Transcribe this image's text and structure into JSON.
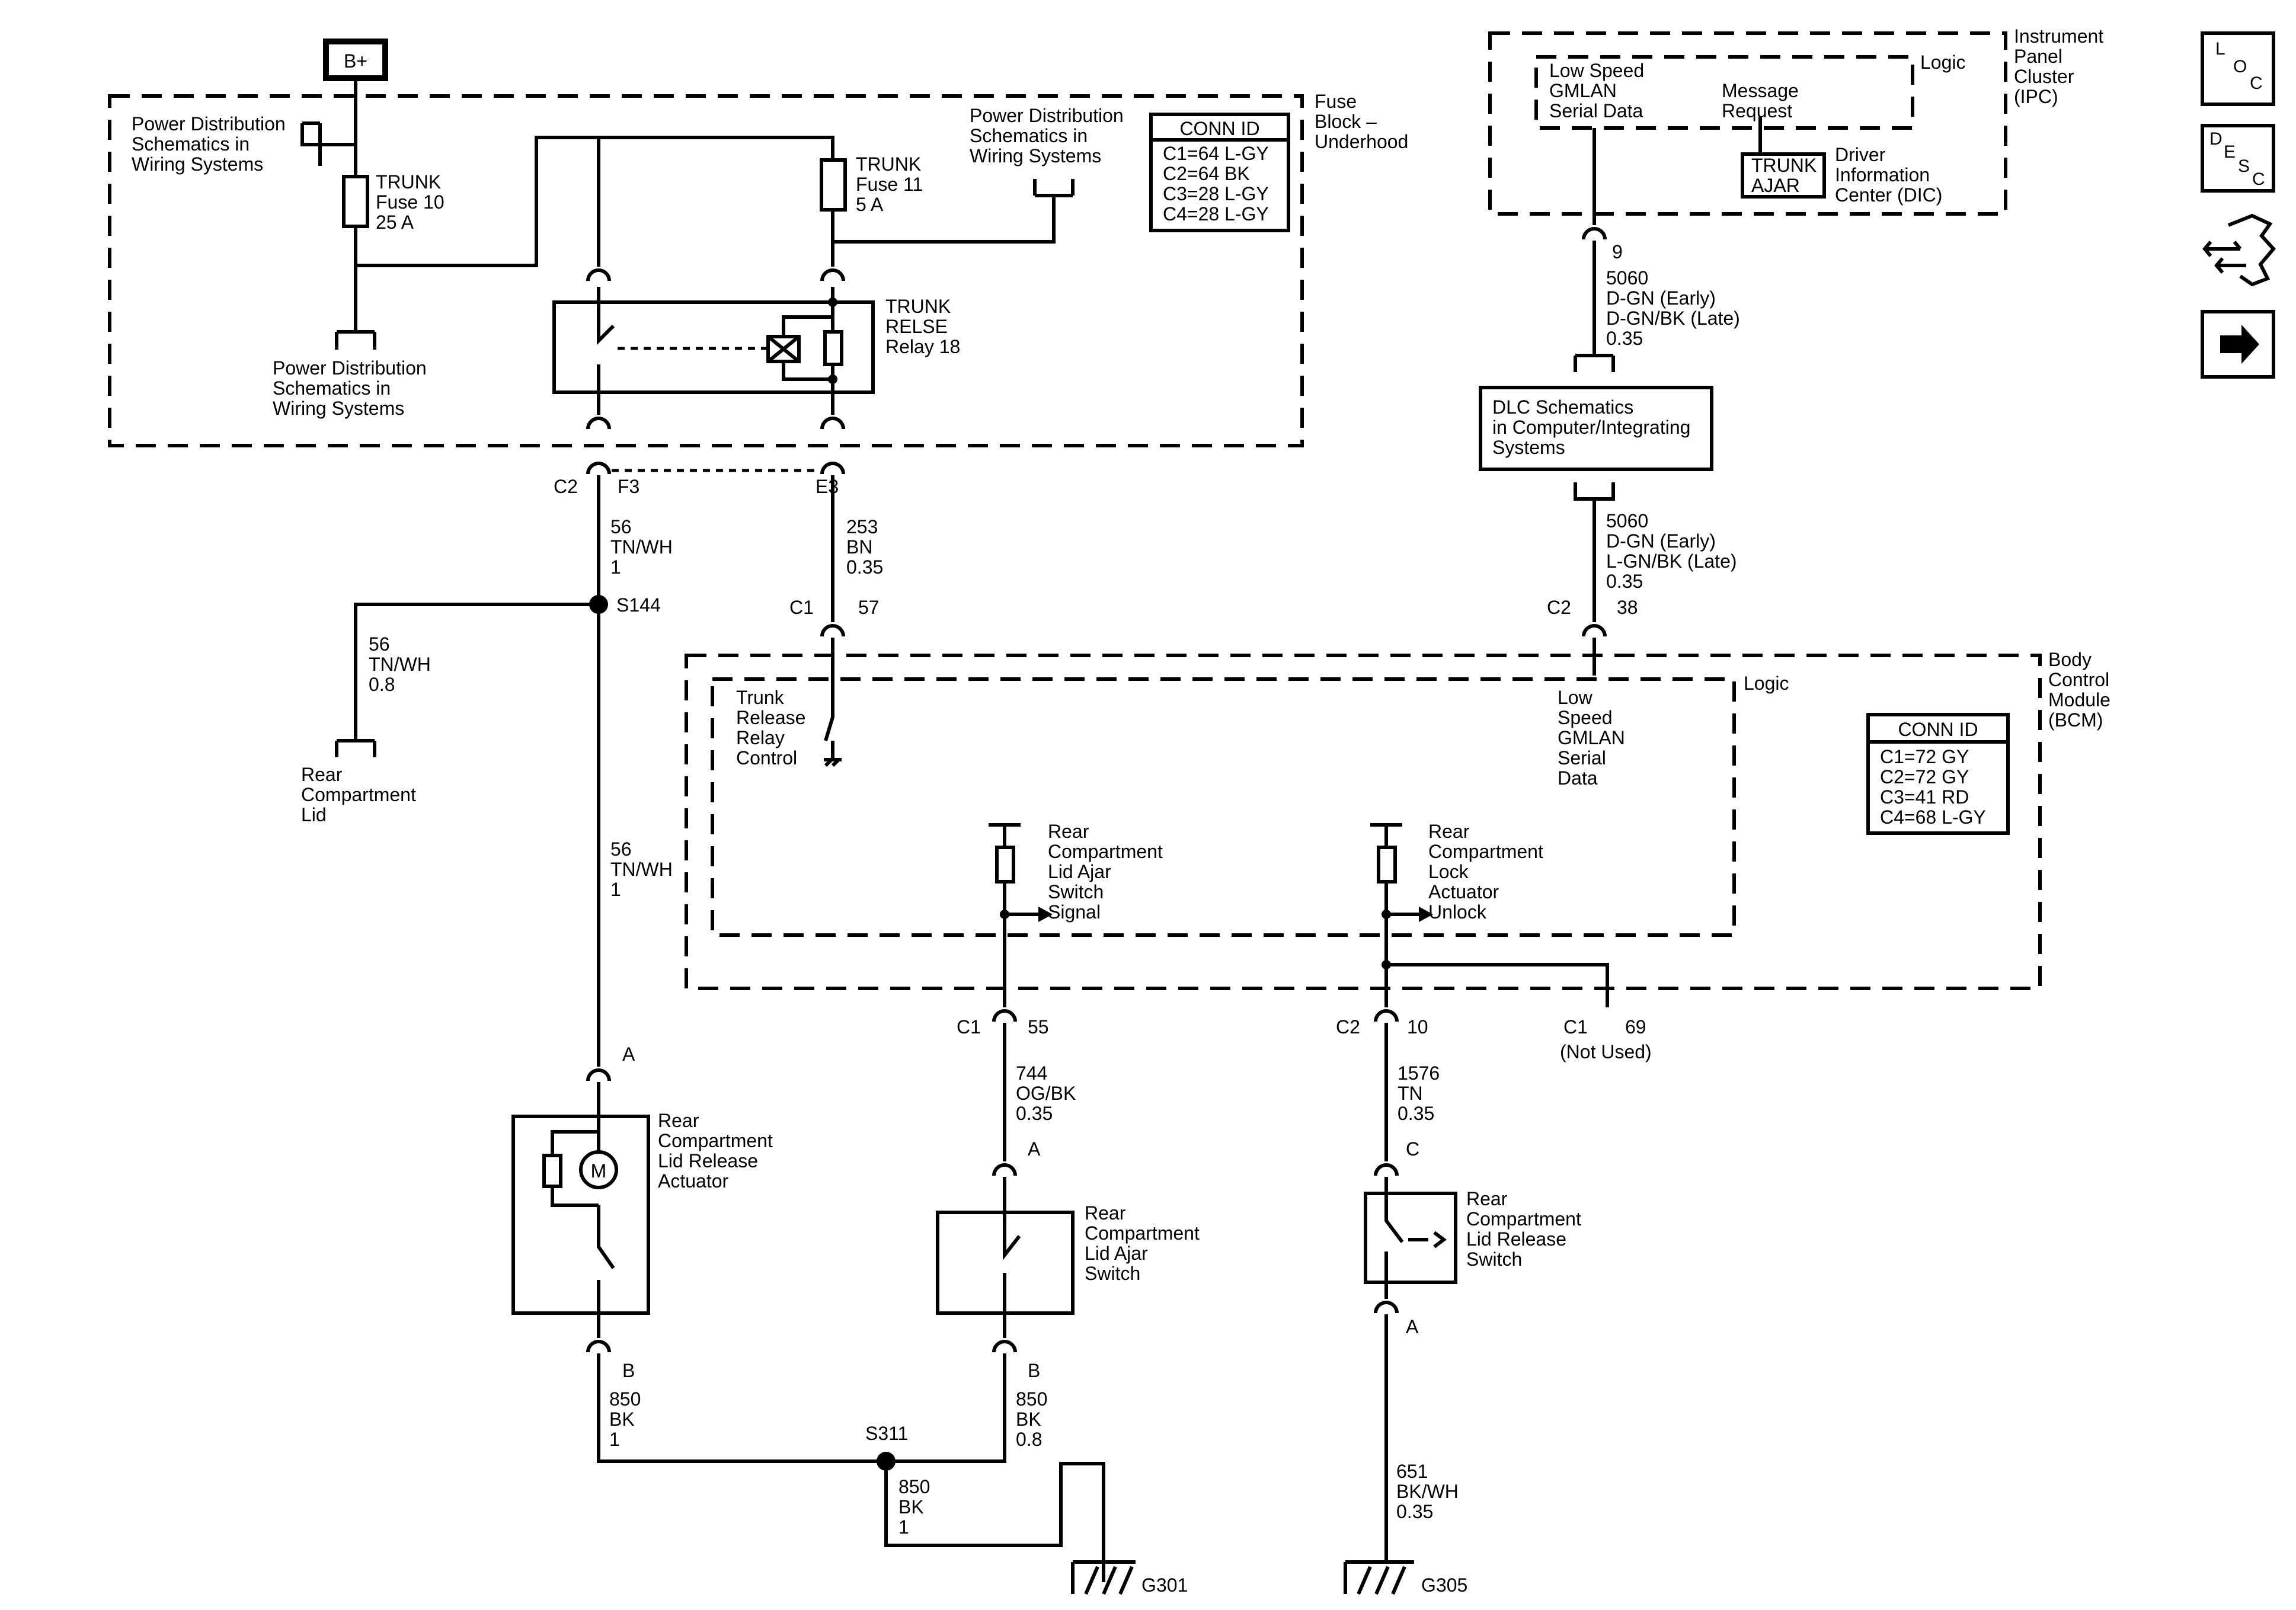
{
  "bplus": "B+",
  "fuse_block": {
    "label": [
      "Fuse",
      "Block –",
      "Underhood"
    ],
    "pd_left": [
      "Power Distribution",
      "Schematics in",
      "Wiring Systems"
    ],
    "pd_bottom": [
      "Power Distribution",
      "Schematics in",
      "Wiring Systems"
    ],
    "pd_right": [
      "Power Distribution",
      "Schematics in",
      "Wiring Systems"
    ],
    "fuse10": [
      "TRUNK",
      "Fuse 10",
      "25 A"
    ],
    "fuse11": [
      "TRUNK",
      "Fuse 11",
      "5 A"
    ],
    "relay": [
      "TRUNK",
      "RELSE",
      "Relay 18"
    ],
    "conn_id": {
      "title": "CONN ID",
      "rows": [
        "C1=64 L-GY",
        "C2=64 BK",
        "C3=28 L-GY",
        "C4=28 L-GY"
      ]
    }
  },
  "ipc": {
    "label": [
      "Instrument",
      "Panel",
      "Cluster",
      "(IPC)"
    ],
    "logic": "Logic",
    "gmlan": [
      "Low Speed",
      "GMLAN",
      "Serial Data"
    ],
    "msg": [
      "Message",
      "Request"
    ],
    "trunk_ajar": [
      "TRUNK",
      "AJAR"
    ],
    "dic": [
      "Driver",
      "Information",
      "Center (DIC)"
    ]
  },
  "dlc": [
    "DLC Schematics",
    "in Computer/Integrating",
    "Systems"
  ],
  "bcm": {
    "label": [
      "Body",
      "Control",
      "Module",
      "(BCM)"
    ],
    "logic": "Logic",
    "trunk_rel": [
      "Trunk",
      "Release",
      "Relay",
      "Control"
    ],
    "gmlan": [
      "Low",
      "Speed",
      "GMLAN",
      "Serial",
      "Data"
    ],
    "ajar_signal": [
      "Rear",
      "Compartment",
      "Lid Ajar",
      "Switch",
      "Signal"
    ],
    "lock_unlock": [
      "Rear",
      "Compartment",
      "Lock",
      "Actuator",
      "Unlock"
    ],
    "conn_id": {
      "title": "CONN ID",
      "rows": [
        "C1=72 GY",
        "C2=72 GY",
        "C3=41 RD",
        "C4=68 L-GY"
      ]
    }
  },
  "pins": {
    "ipc9": "9",
    "c2": "C2",
    "f3": "F3",
    "e3": "E3",
    "c1_57a": "C1",
    "c1_57b": "57",
    "c2_38a": "C2",
    "c2_38b": "38",
    "c1_55a": "C1",
    "c1_55b": "55",
    "c2_10a": "C2",
    "c2_10b": "10",
    "c1_69a": "C1",
    "c1_69b": "69",
    "not_used": "(Not Used)",
    "act_a": "A",
    "act_b": "B",
    "ajar_a": "A",
    "ajar_b": "B",
    "rel_c": "C",
    "rel_a": "A"
  },
  "wires": {
    "w5060_top": [
      "5060",
      "D-GN (Early)",
      "D-GN/BK (Late)",
      "0.35"
    ],
    "w5060_bot": [
      "5060",
      "D-GN (Early)",
      "L-GN/BK (Late)",
      "0.35"
    ],
    "w56_top": [
      "56",
      "TN/WH",
      "1"
    ],
    "w56_branch": [
      "56",
      "TN/WH",
      "0.8"
    ],
    "w56_mid": [
      "56",
      "TN/WH",
      "1"
    ],
    "w253": [
      "253",
      "BN",
      "0.35"
    ],
    "w744": [
      "744",
      "OG/BK",
      "0.35"
    ],
    "w1576": [
      "1576",
      "TN",
      "0.35"
    ],
    "w850a": [
      "850",
      "BK",
      "1"
    ],
    "w850b": [
      "850",
      "BK",
      "0.8"
    ],
    "w850c": [
      "850",
      "BK",
      "1"
    ],
    "w651": [
      "651",
      "BK/WH",
      "0.35"
    ]
  },
  "splices": {
    "s144": "S144",
    "s311": "S311"
  },
  "grounds": {
    "g301": "G301",
    "g305": "G305"
  },
  "components": {
    "rear_lid": [
      "Rear",
      "Compartment",
      "Lid"
    ],
    "actuator": [
      "Rear",
      "Compartment",
      "Lid Release",
      "Actuator"
    ],
    "motor": "M",
    "ajar_switch": [
      "Rear",
      "Compartment",
      "Lid Ajar",
      "Switch"
    ],
    "release_switch": [
      "Rear",
      "Compartment",
      "Lid Release",
      "Switch"
    ]
  },
  "side_icons": {
    "loc": [
      "L",
      "O",
      "C"
    ],
    "desc": [
      "D",
      "E",
      "S",
      "C"
    ],
    "names": [
      "location-icon",
      "description-icon",
      "connector-icon",
      "next-arrow-icon"
    ]
  }
}
